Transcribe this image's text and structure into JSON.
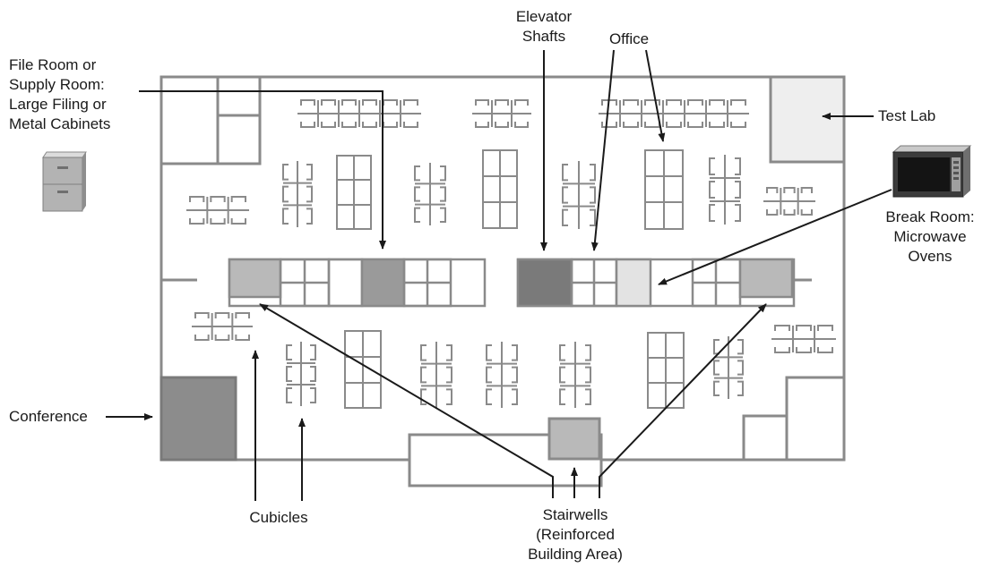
{
  "labels": {
    "elevator_shafts": [
      "Elevator",
      "Shafts"
    ],
    "office": [
      "Office"
    ],
    "file_room": [
      "File Room or",
      "Supply Room:",
      "Large Filing or",
      "Metal Cabinets"
    ],
    "test_lab": [
      "Test Lab"
    ],
    "break_room": [
      "Break Room:",
      "Microwave",
      "Ovens"
    ],
    "conference": [
      "Conference"
    ],
    "cubicles": [
      "Cubicles"
    ],
    "stairwells": [
      "Stairwells",
      "(Reinforced",
      "Building Area)"
    ]
  },
  "icons": [
    "filing-cabinet-icon",
    "microwave-oven-icon"
  ],
  "colors": {
    "wall": "#8a8a8a",
    "stairwell_fill": "#b9b9b9",
    "elevator_fill": "#7a7a7a",
    "conference_fill": "#8c8c8c",
    "test_lab_fill": "#eeeeee",
    "break_room_fill": "#e3e3e3",
    "arrow": "#1a1a1a"
  }
}
